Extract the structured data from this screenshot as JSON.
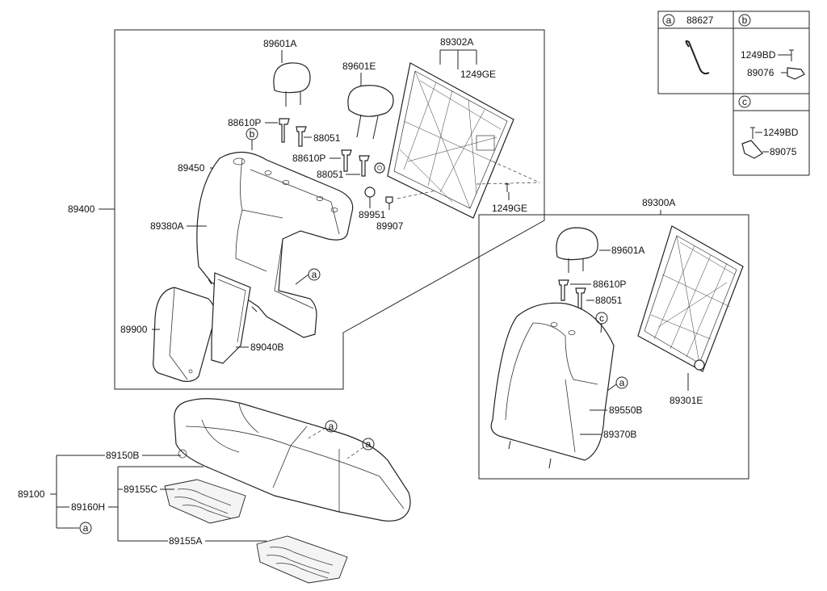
{
  "labels": {
    "l89601A_top": "89601A",
    "l89302A": "89302A",
    "l89601E": "89601E",
    "l1249GE_top": "1249GE",
    "l88610P_1": "88610P",
    "l88051_1": "88051",
    "l89450": "89450",
    "l88610P_2": "88610P",
    "l88051_2": "88051",
    "l89400": "89400",
    "l89380A": "89380A",
    "l89951": "89951",
    "l89907": "89907",
    "l1249GE_bot": "1249GE",
    "l89900": "89900",
    "l89040B": "89040B",
    "l89300A": "89300A",
    "l89601A_right": "89601A",
    "l88610P_3": "88610P",
    "l88051_3": "88051",
    "l89550B": "89550B",
    "l89370B": "89370B",
    "l89301E": "89301E",
    "l89150B": "89150B",
    "l89100": "89100",
    "l89155C": "89155C",
    "l89160H": "89160H",
    "l89155A": "89155A"
  },
  "callouts": {
    "a": "a",
    "b": "b",
    "c": "c"
  },
  "legend": {
    "a_code": "88627",
    "b_1249BD": "1249BD",
    "b_89076": "89076",
    "c_1249BD": "1249BD",
    "c_89075": "89075"
  }
}
